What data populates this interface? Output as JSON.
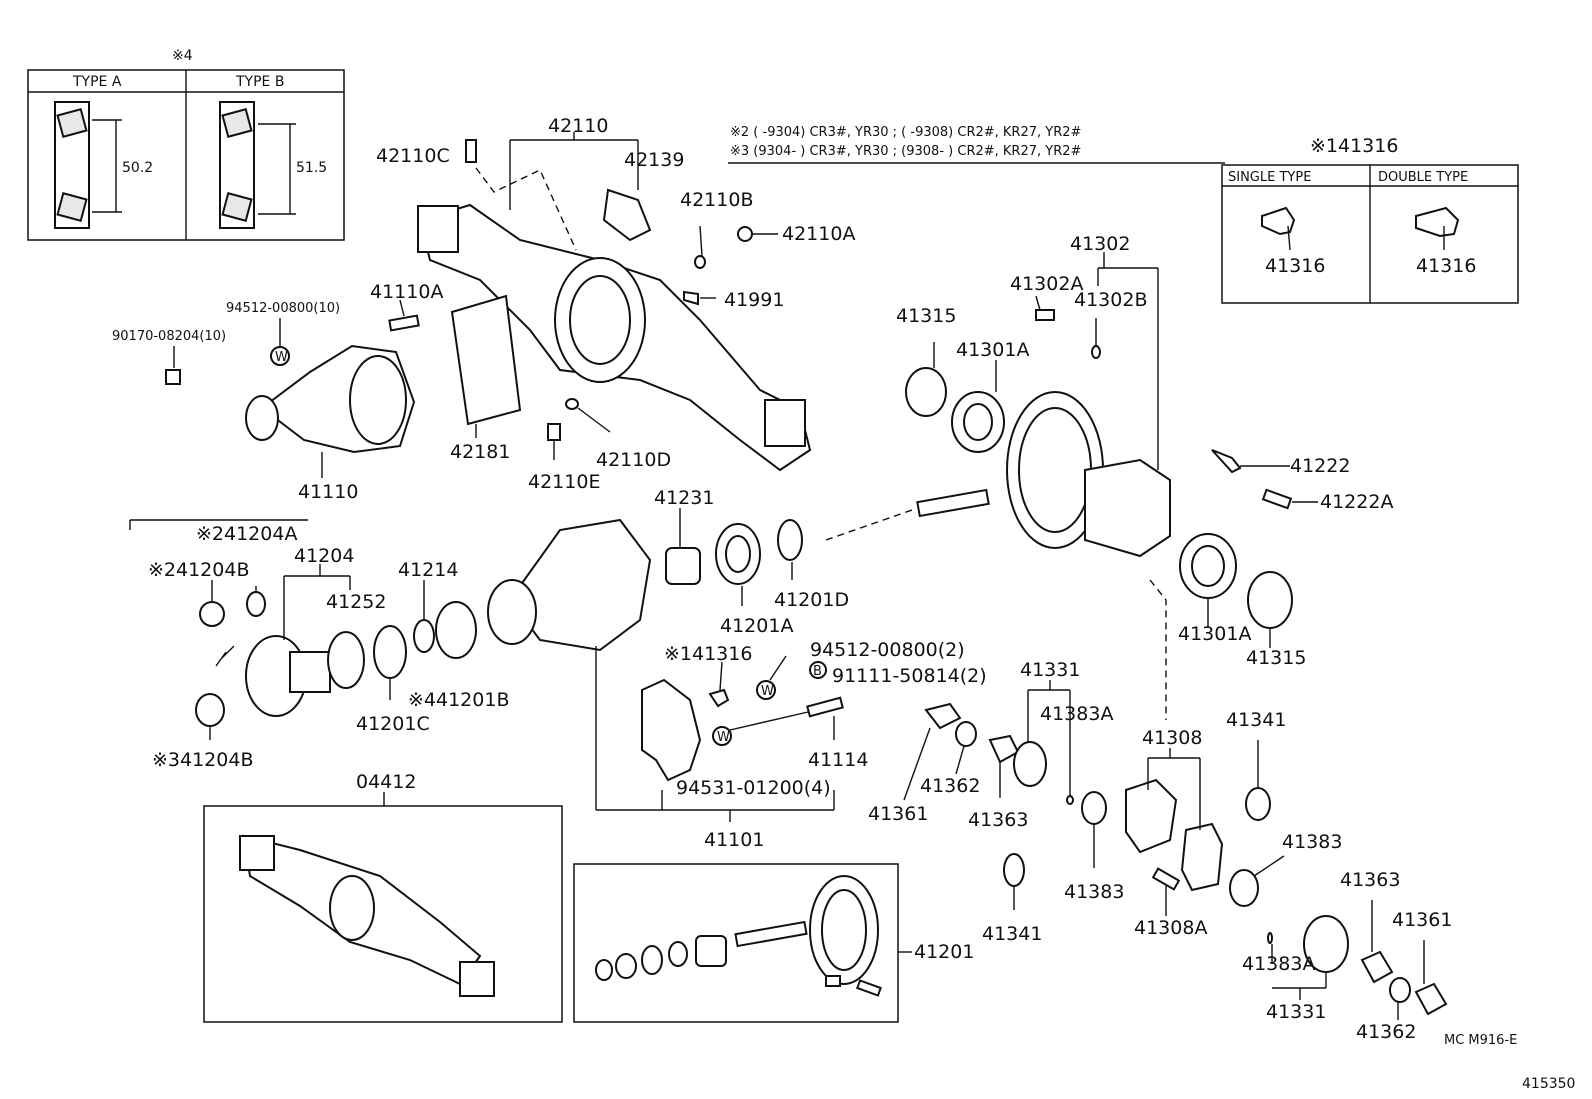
{
  "inset_bearing": {
    "mark": "※4",
    "type_a": "TYPE A",
    "type_b": "TYPE B",
    "dim_a": "50.2",
    "dim_b": "51.5"
  },
  "notes": {
    "note2": "※2 (      -9304) CR3#, YR30 ; (      -9308) CR2#, KR27, YR2#",
    "note3": "※3 (9304-      ) CR3#, YR30 ; (9308-      ) CR2#, KR27, YR2#"
  },
  "inset_41316": {
    "title": "※141316",
    "single": "SINGLE TYPE",
    "double": "DOUBLE TYPE",
    "single_pn": "41316",
    "double_pn": "41316"
  },
  "labels": {
    "p42110": "42110",
    "p42110C": "42110C",
    "p42139": "42139",
    "p42110B": "42110B",
    "p42110A": "42110A",
    "p41991": "41991",
    "p41110A": "41110A",
    "p94512_10": "94512-00800(10)",
    "p90170_10": "90170-08204(10)",
    "p41110": "41110",
    "p42181": "42181",
    "p42110D": "42110D",
    "p42110E": "42110E",
    "p41302": "41302",
    "p41302A": "41302A",
    "p41302B": "41302B",
    "p41315a": "41315",
    "p41301Aa": "41301A",
    "p41222": "41222",
    "p41222A": "41222A",
    "p41301Ab": "41301A",
    "p41315b": "41315",
    "p41204A": "※241204A",
    "p41204Ba": "※241204B",
    "p41204": "41204",
    "p41252": "41252",
    "p41214": "41214",
    "p41201B": "※441201B",
    "p41201C": "41201C",
    "p41204Bb": "※341204B",
    "p41231": "41231",
    "p41201A": "41201A",
    "p41201D": "41201D",
    "p41316m": "※141316",
    "p94512_2": "94512-00800(2)",
    "p91111_2": "91111-50814(2)",
    "p41114": "41114",
    "p94531_4": "94531-01200(4)",
    "p41101": "41101",
    "p41331a": "41331",
    "p41383Aa": "41383A",
    "p41361a": "41361",
    "p41362a": "41362",
    "p41363a": "41363",
    "p41308": "41308",
    "p41341a": "41341",
    "p41383a": "41383",
    "p41383b": "41383",
    "p41308A": "41308A",
    "p41341b": "41341",
    "p41363b": "41363",
    "p41361b": "41361",
    "p41383Ab": "41383A",
    "p41331b": "41331",
    "p41362b": "41362",
    "p04412": "04412",
    "p41201": "41201"
  },
  "footer": {
    "code": "MC  M916-E",
    "number": "415350"
  }
}
